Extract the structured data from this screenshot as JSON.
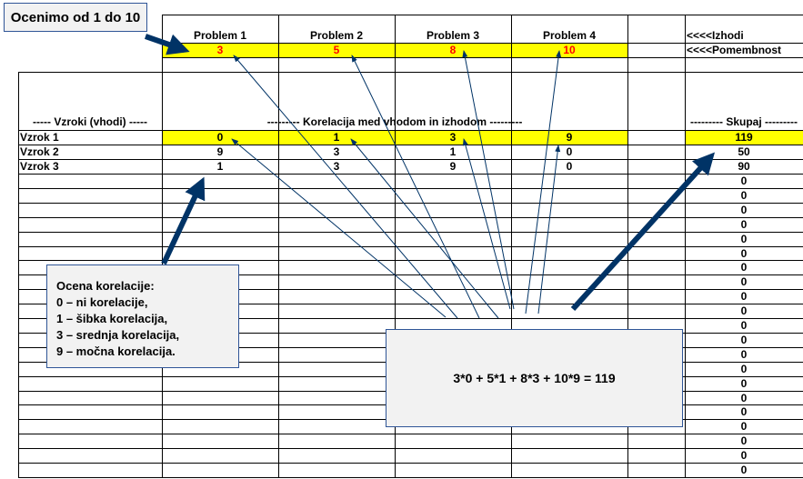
{
  "callout_top": "Ocenimo od 1 do 10",
  "problems": [
    "Problem 1",
    "Problem 2",
    "Problem 3",
    "Problem 4"
  ],
  "importance": [
    "3",
    "5",
    "8",
    "10"
  ],
  "label_outputs": "<<<<Izhodi",
  "label_importance": "<<<<Pomembnost",
  "header_causes": "----- Vzroki (vhodi) -----",
  "header_correlation": "--------- Korelacija med vhodom in izhodom ---------",
  "header_total": "--------- Skupaj ---------",
  "rows": [
    {
      "name": "Vzrok 1",
      "values": [
        "0",
        "1",
        "3",
        "9"
      ],
      "total": "119"
    },
    {
      "name": "Vzrok 2",
      "values": [
        "9",
        "3",
        "1",
        "0"
      ],
      "total": "50"
    },
    {
      "name": "Vzrok 3",
      "values": [
        "1",
        "3",
        "9",
        "0"
      ],
      "total": "90"
    }
  ],
  "empty_totals": [
    "0",
    "0",
    "0",
    "0",
    "0",
    "0",
    "0",
    "0",
    "0",
    "0",
    "0",
    "0",
    "0",
    "0",
    "0",
    "0",
    "0",
    "0",
    "0",
    "0",
    "0"
  ],
  "legend": {
    "title": "Ocena korelacije:",
    "items": [
      "0 – ni korelacije,",
      "1 – šibka korelacija,",
      "3 – srednja korelacija,",
      "9 – močna korelacija."
    ]
  },
  "formula": "3*0 + 5*1 + 8*3 + 10*9 = 119",
  "colors": {
    "highlight": "#ffff00",
    "importance_text": "#ff0000",
    "arrow": "#003366"
  }
}
